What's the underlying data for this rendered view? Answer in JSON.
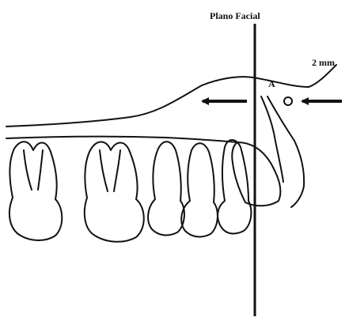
{
  "labels": {
    "facial_plane": "Plano Facial",
    "measurement": "2 mm",
    "point_a": "A"
  },
  "icons": {
    "arrow_left": "left-arrow-icon",
    "arrow_right_incoming": "incoming-arrow-icon"
  },
  "colors": {
    "ink": "#111111",
    "background": "#ffffff"
  }
}
